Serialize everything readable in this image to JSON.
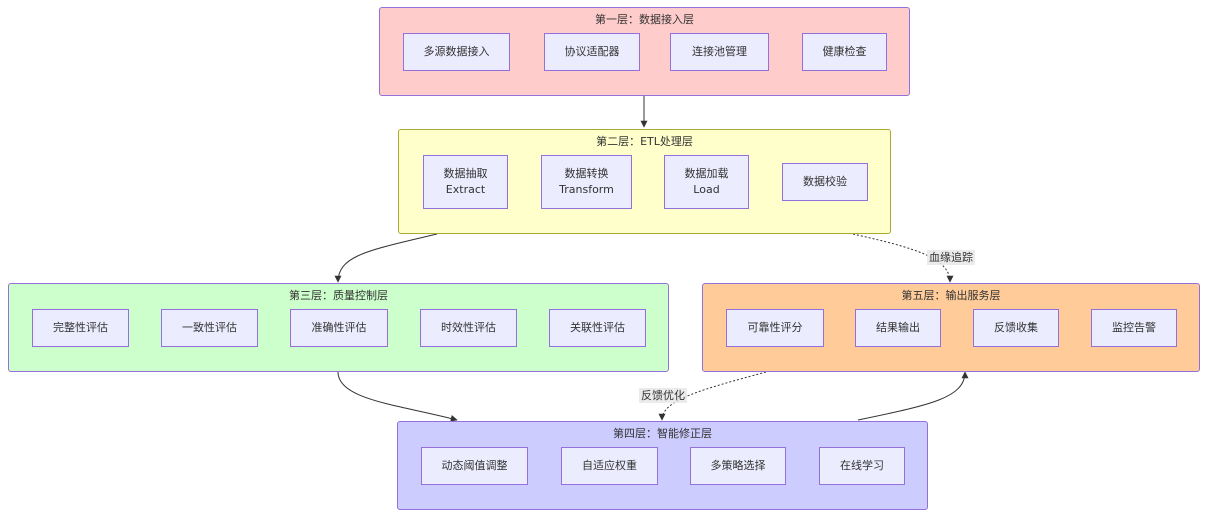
{
  "layers": {
    "l1": {
      "title": "第一层：数据接入层",
      "fill": "#FFCCCC",
      "stroke": "#9370DB",
      "nodes": [
        "多源数据接入",
        "协议适配器",
        "连接池管理",
        "健康检查"
      ]
    },
    "l2": {
      "title": "第二层：ETL处理层",
      "fill": "#FFFFCC",
      "stroke": "#AAAA33",
      "nodes": [
        {
          "line1": "数据抽取",
          "line2": "Extract"
        },
        {
          "line1": "数据转换",
          "line2": "Transform"
        },
        {
          "line1": "数据加载",
          "line2": "Load"
        },
        {
          "line1": "数据校验",
          "line2": ""
        }
      ]
    },
    "l3": {
      "title": "第三层：质量控制层",
      "fill": "#CCFFCC",
      "stroke": "#9370DB",
      "nodes": [
        "完整性评估",
        "一致性评估",
        "准确性评估",
        "时效性评估",
        "关联性评估"
      ]
    },
    "l4": {
      "title": "第四层：智能修正层",
      "fill": "#CCCCFF",
      "stroke": "#9370DB",
      "nodes": [
        "动态阈值调整",
        "自适应权重",
        "多策略选择",
        "在线学习"
      ]
    },
    "l5": {
      "title": "第五层：输出服务层",
      "fill": "#FFCC99",
      "stroke": "#9370DB",
      "nodes": [
        "可靠性评分",
        "结果输出",
        "反馈收集",
        "监控告警"
      ]
    }
  },
  "edges": {
    "lineage_label": "血缘追踪",
    "feedback_label": "反馈优化"
  }
}
